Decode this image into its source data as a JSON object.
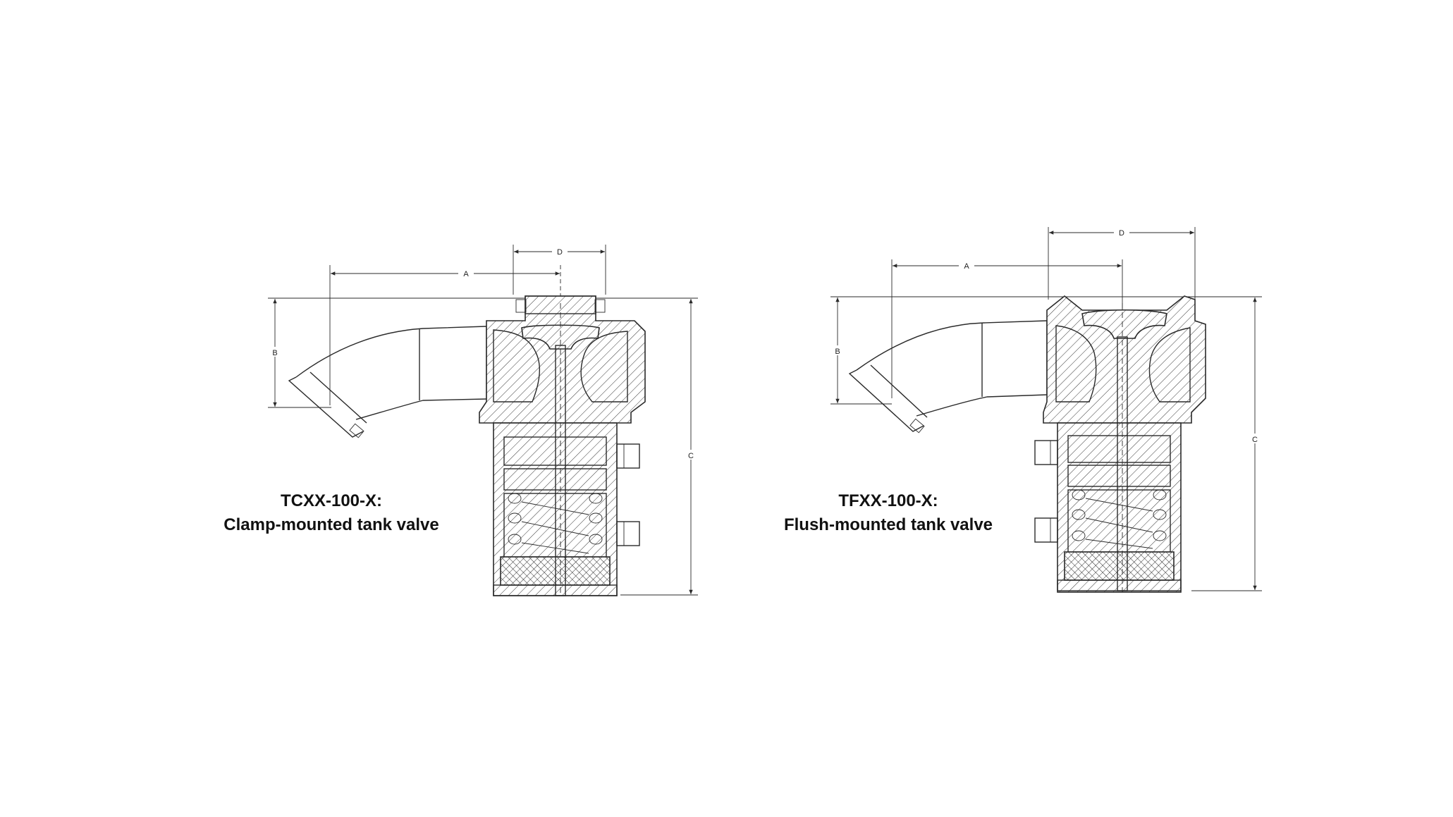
{
  "valves": [
    {
      "id": "clamp",
      "model": "TCXX-100-X:",
      "description": "Clamp-mounted tank valve",
      "dimensions": {
        "a": "A",
        "b": "B",
        "c": "C",
        "d": "D"
      }
    },
    {
      "id": "flush",
      "model": "TFXX-100-X:",
      "description": "Flush-mounted tank valve",
      "dimensions": {
        "a": "A",
        "b": "B",
        "c": "C",
        "d": "D"
      }
    }
  ],
  "colors": {
    "line": "#2a2a2a",
    "hatch": "#3a3a3a",
    "background": "#ffffff"
  }
}
